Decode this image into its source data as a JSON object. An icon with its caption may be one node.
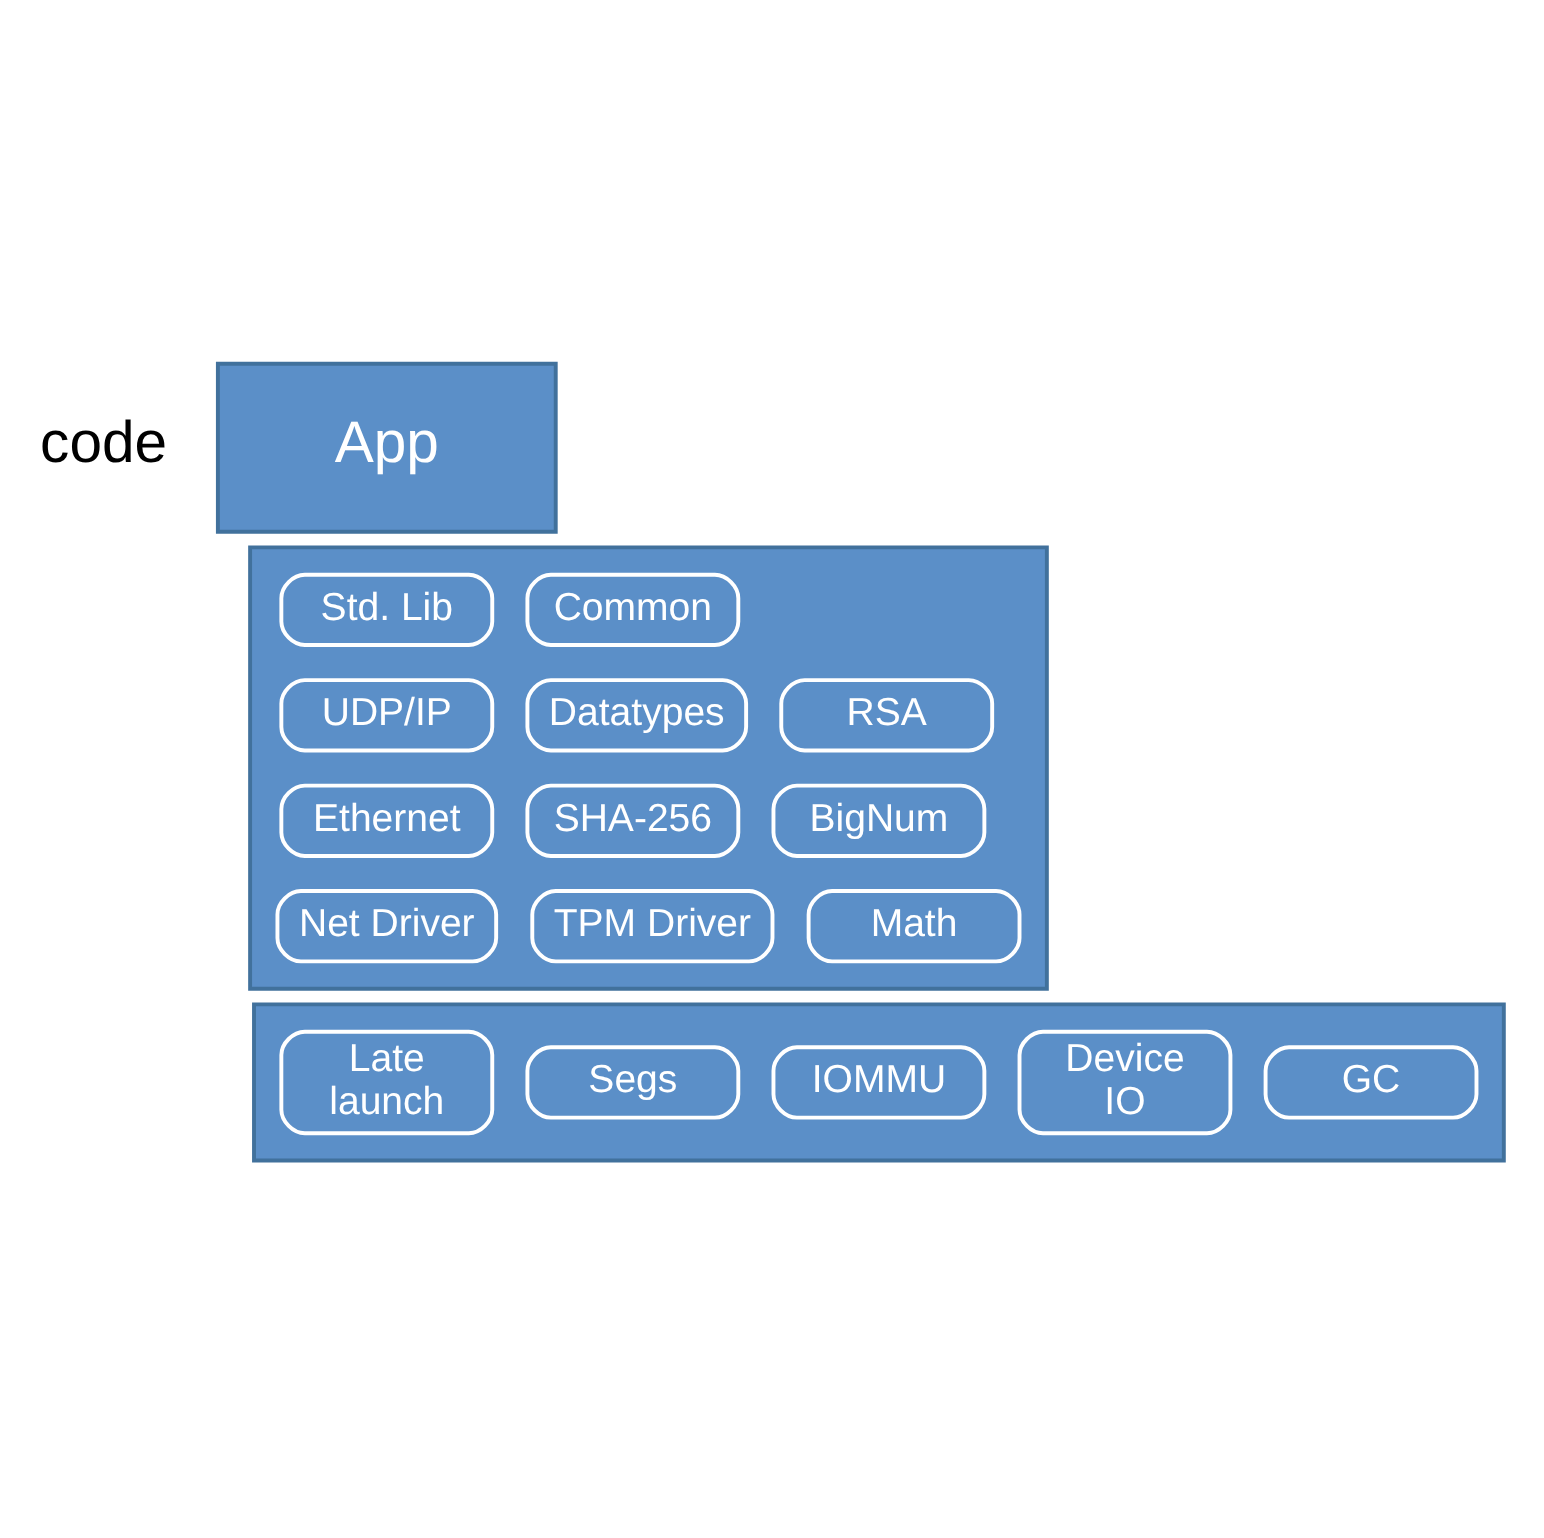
{
  "diagram": {
    "nodes": [
      {
        "text": [
          "App"
        ]
      },
      {
        "text": [],
        "shape": "box"
      },
      {
        "text": [
          "Std. Lib"
        ],
        "in": 1
      },
      {
        "text": [
          "Common"
        ],
        "in": 1
      },
      {
        "text": [
          "UDP/IP"
        ],
        "in": 1
      },
      {
        "text": [
          "Datatypes"
        ],
        "in": 1
      },
      {
        "text": [
          "RSA"
        ],
        "in": 1
      },
      {
        "text": [
          "Ethernet"
        ],
        "in": 1
      },
      {
        "text": [
          "SHA-256"
        ],
        "in": 1
      },
      {
        "text": [
          "BigNum"
        ],
        "in": 1
      },
      {
        "text": [
          "Net Driver"
        ],
        "in": 1
      },
      {
        "text": [
          "TPM Driver"
        ],
        "in": 1
      },
      {
        "text": [
          "Math"
        ],
        "in": 1
      },
      {
        "text": [],
        "shape": "box"
      },
      {
        "text": [
          "Late launch"
        ],
        "in": 13
      },
      {
        "text": [
          "Segs"
        ],
        "in": 13
      },
      {
        "text": [
          "IOMMU"
        ],
        "in": 13
      },
      {
        "text": [
          "Device IO"
        ],
        "in": 13
      },
      {
        "text": [
          "GC"
        ],
        "in": 13
      }
    ],
    "labels": [
      "code"
    ]
  }
}
